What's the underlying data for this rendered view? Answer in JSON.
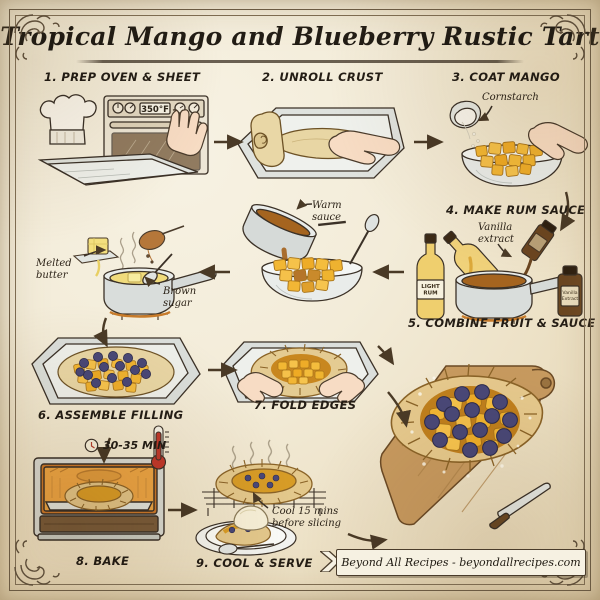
{
  "document": {
    "title": "Tropical Mango and Blueberry Rustic Tart",
    "kind": "hand-drawn recipe infographic",
    "background_color": "#f3ecd9",
    "ink_color": "#241d15"
  },
  "steps": [
    {
      "number": "1.",
      "label": "1. PREP OVEN & SHEET",
      "icons": [
        "chef-hat",
        "oven",
        "hand",
        "baking-sheet"
      ],
      "readout": "350°F"
    },
    {
      "number": "2.",
      "label": "2. UNROLL CRUST",
      "icons": [
        "rolled-dough",
        "baking-sheet",
        "hand"
      ]
    },
    {
      "number": "3.",
      "label": "3. COAT MANGO",
      "icons": [
        "bowl",
        "mango-cubes",
        "hand",
        "cornstarch-cup"
      ]
    },
    {
      "number": "4.",
      "label": "4. MAKE RUM SAUCE",
      "icons": [
        "saucepan",
        "rum-bottle",
        "vanilla-bottle"
      ]
    },
    {
      "number": "5.",
      "label": "5. COMBINE FRUIT & SAUCE",
      "icons": [
        "saucepan-pouring",
        "bowl",
        "mango-cubes",
        "spoon"
      ]
    },
    {
      "number": "6.",
      "label": "6. ASSEMBLE FILLING",
      "icons": [
        "baking-sheet",
        "dough-round",
        "mango-cubes",
        "blueberries"
      ]
    },
    {
      "number": "7.",
      "label": "7. FOLD EDGES",
      "icons": [
        "baking-sheet",
        "galette",
        "hands"
      ]
    },
    {
      "number": "8.",
      "label": "8. BAKE",
      "icons": [
        "oven",
        "galette",
        "clock",
        "thermometer"
      ]
    },
    {
      "number": "9.",
      "label": "9. COOL & SERVE",
      "icons": [
        "cooling-rack",
        "galette",
        "plate",
        "ice-cream-scoop",
        "spoon",
        "steam"
      ]
    }
  ],
  "annotations": {
    "oven_temp": "350°F",
    "cornstarch": "Cornstarch",
    "vanilla_extract": "Vanilla\nextract",
    "vanilla_line1": "Vanilla",
    "vanilla_line2": "extract",
    "rum_bottle_line1": "LIGHT",
    "rum_bottle_line2": "RUM",
    "vanilla_bottle_line1": "Vanilla",
    "vanilla_bottle_line2": "Extract",
    "melted_butter_line1": "Melted",
    "melted_butter_line2": "butter",
    "brown_sugar_line1": "Brown",
    "brown_sugar_line2": "sugar",
    "warm_sauce_line1": "Warm",
    "warm_sauce_line2": "sauce",
    "bake_time": "30-35 MIN",
    "cool_line1": "Cool 15 mins",
    "cool_line2": "before slicing"
  },
  "footer": {
    "banner_text": "Beyond All Recipes - beyondallrecipes.com",
    "brand": "Beyond All Recipes",
    "site": "beyondallrecipes.com"
  },
  "palette": {
    "parchment": "#f3ecd9",
    "ink": "#241d15",
    "mango": "#f0b63c",
    "mango_dark": "#d9931f",
    "blueberry": "#4a4878",
    "crust": "#e8c98e",
    "crust_dark": "#c49a54",
    "metal": "#cfd3d2",
    "wood": "#b98b52",
    "sauce": "#a5641f",
    "red": "#c0392b"
  }
}
